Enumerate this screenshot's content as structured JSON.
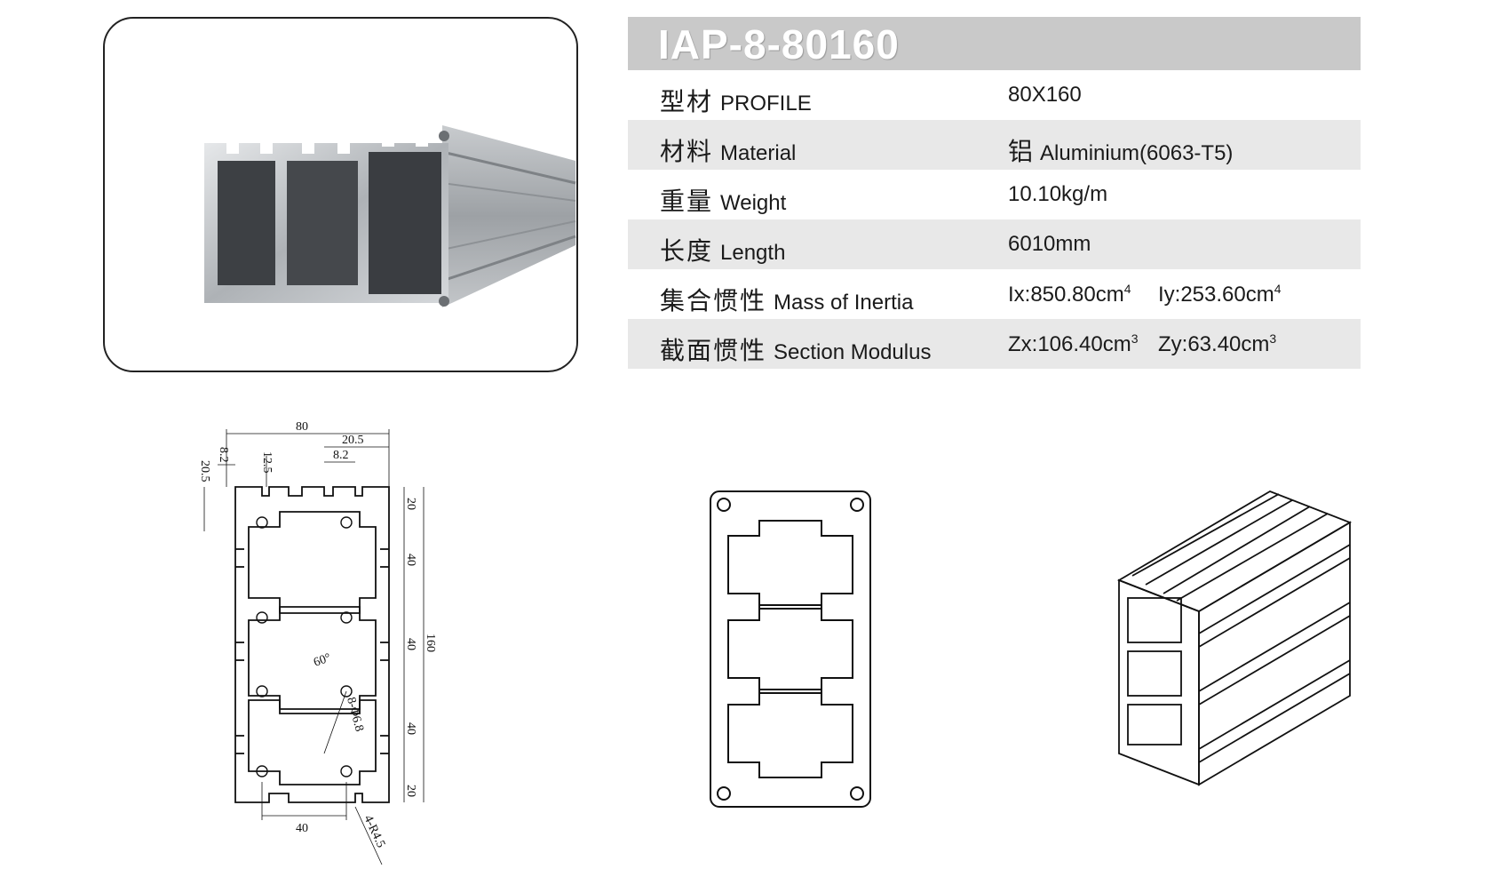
{
  "product": {
    "model": "IAP-8-80160"
  },
  "specs": [
    {
      "zh": "型材",
      "en": "PROFILE",
      "value": "80X160"
    },
    {
      "zh": "材料",
      "en": "Material",
      "value_zh": "铝",
      "value": "Aluminium(6063-T5)"
    },
    {
      "zh": "重量",
      "en": "Weight",
      "value": "10.10kg/m"
    },
    {
      "zh": "长度",
      "en": "Length",
      "value": "6010mm"
    },
    {
      "zh": "集合惯性",
      "en": "Mass of Inertia",
      "value": "Ix:850.80cm",
      "value_sup": "4",
      "value2": "Iy:253.60cm",
      "value2_sup": "4"
    },
    {
      "zh": "截面惯性",
      "en": "Section Modulus",
      "value": "Zx:106.40cm",
      "value_sup": "3",
      "value2": "Zy:63.40cm",
      "value2_sup": "3"
    }
  ],
  "drawing": {
    "dims": {
      "width": "80",
      "slot_offset": "20.5",
      "slot_width": "8.2",
      "slot_depth": "12.5",
      "left_82": "8.2",
      "left_205": "20.5",
      "right_20_top": "20",
      "right_40_a": "40",
      "right_40_b": "40",
      "right_40_c": "40",
      "right_20_bot": "20",
      "height": "160",
      "bottom_40": "40",
      "angle": "60°",
      "holes": "8-Φ6.8",
      "radius": "4-R4.5"
    }
  },
  "colors": {
    "header_bg": "#c9c9c9",
    "row_shade": "#e8e8e8",
    "title_text": "#ffffff"
  }
}
